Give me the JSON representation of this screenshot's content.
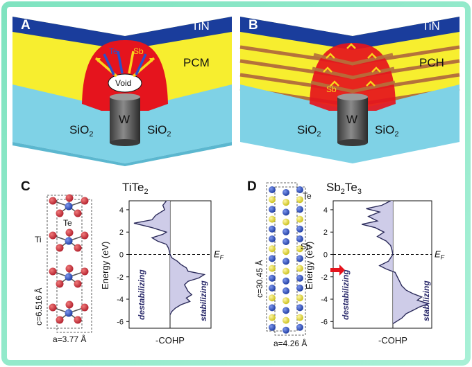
{
  "panels": {
    "A": {
      "letter": "A",
      "top_layer": "TiN",
      "middle_layer": "PCM",
      "substrate_left": "SiO2",
      "substrate_right": "SiO2",
      "electrode": "W",
      "arrow_labels": [
        "Te",
        "Sb"
      ],
      "void_label": "Void"
    },
    "B": {
      "letter": "B",
      "top_layer": "TiN",
      "middle_layer": "PCH",
      "substrate_left": "SiO2",
      "substrate_right": "SiO2",
      "electrode": "W",
      "arrow_label": "Sb"
    },
    "C": {
      "letter": "C",
      "compound": "TiTe2",
      "atom_labels": [
        "Te",
        "Ti"
      ],
      "c_param": "c=6.516 Å",
      "a_param": "a=3.77 Å"
    },
    "D": {
      "letter": "D",
      "compound": "Sb2Te3",
      "atom_labels": [
        "Te",
        "Sb"
      ],
      "c_param": "c=30.45 Å",
      "a_param": "a=4.26 Å"
    }
  },
  "chart_data": [
    {
      "type": "line",
      "panel": "C",
      "title": "TiTe2",
      "xlabel": "-COHP",
      "ylabel": "Energy (eV)",
      "ylim": [
        -6.6,
        4.8
      ],
      "yticks": [
        4,
        2,
        0,
        -2,
        -4,
        -6
      ],
      "fermi_label": "EF",
      "region_left": "destabilizing",
      "region_right": "stabilizing",
      "series": [
        {
          "energy": [
            4.8,
            4.4,
            4.0,
            3.5,
            3.1,
            2.8,
            2.4,
            2.0,
            1.8,
            1.5,
            1.2,
            0.9,
            0.6,
            0.3,
            0.0,
            -0.3,
            -0.6,
            -0.9,
            -1.2,
            -1.5,
            -1.8,
            -2.1,
            -2.4,
            -2.7,
            -3.0,
            -3.3,
            -3.6,
            -3.9,
            -4.2,
            -4.5,
            -4.8,
            -5.1,
            -5.4
          ],
          "cohp": [
            -0.1,
            -0.2,
            -0.15,
            -0.4,
            -0.5,
            -1.0,
            -0.5,
            -0.1,
            -0.2,
            -0.5,
            -0.35,
            -0.1,
            -0.05,
            -0.02,
            0.0,
            0.05,
            0.2,
            0.3,
            0.45,
            0.5,
            0.95,
            0.8,
            0.5,
            0.4,
            0.45,
            0.5,
            0.6,
            0.45,
            0.55,
            0.3,
            0.15,
            0.05,
            0.0
          ]
        }
      ]
    },
    {
      "type": "line",
      "panel": "D",
      "title": "Sb2Te3",
      "xlabel": "-COHP",
      "ylabel": "Energy (eV)",
      "ylim": [
        -6.6,
        4.8
      ],
      "yticks": [
        4,
        2,
        0,
        -2,
        -4,
        -6
      ],
      "fermi_label": "EF",
      "region_left": "destabilizing",
      "region_right": "stabilizing",
      "series": [
        {
          "energy": [
            4.8,
            4.4,
            4.1,
            3.8,
            3.4,
            3.0,
            2.7,
            2.4,
            2.0,
            1.6,
            1.2,
            0.8,
            0.4,
            0.0,
            -0.3,
            -0.6,
            -1.0,
            -1.3,
            -1.6,
            -2.0,
            -2.4,
            -2.8,
            -3.2,
            -3.5,
            -3.8,
            -4.1,
            -4.4,
            -4.7,
            -5.0,
            -5.3,
            -5.7,
            -6.0,
            -6.2
          ],
          "cohp": [
            -0.05,
            -0.25,
            -0.6,
            -0.3,
            -0.55,
            -0.35,
            -0.7,
            -0.4,
            -0.2,
            -0.35,
            -0.15,
            -0.05,
            -0.02,
            0.0,
            -0.05,
            -0.1,
            -0.3,
            -0.15,
            0.05,
            0.1,
            0.15,
            0.2,
            0.3,
            0.45,
            0.65,
            0.55,
            0.8,
            0.6,
            0.45,
            0.3,
            0.2,
            0.08,
            0.0
          ]
        }
      ]
    }
  ]
}
